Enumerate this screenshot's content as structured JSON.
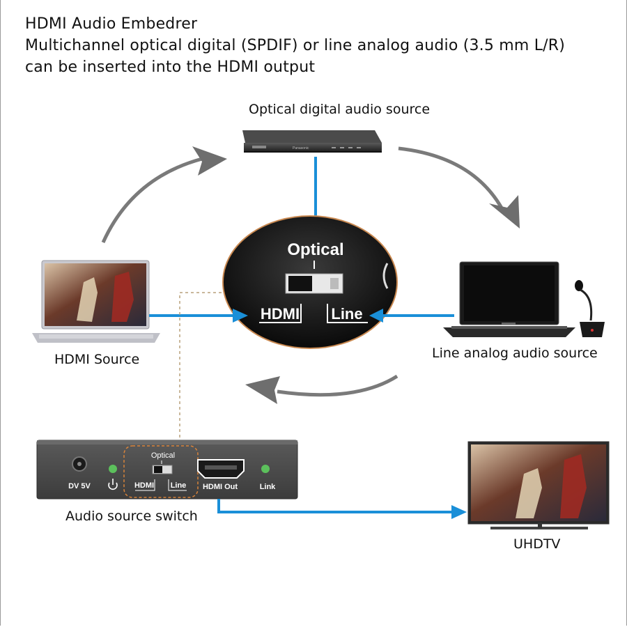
{
  "header": {
    "line1": "HDMI Audio Embedrer",
    "line2": "Multichannel optical digital (SPDIF) or line analog audio (3.5 mm L/R)",
    "line3": "can be inserted into the HDMI output"
  },
  "nodes": {
    "optical_source": "Optical digital audio source",
    "hdmi_source": "HDMI Source",
    "line_source": "Line analog audio source",
    "switch_caption": "Audio source switch",
    "tv": "UHDTV"
  },
  "zoom": {
    "optical": "Optical",
    "hdmi": "HDMI",
    "line": "Line"
  },
  "device": {
    "dc": "DV 5V",
    "optical": "Optical",
    "hdmi": "HDMI",
    "line": "Line",
    "hdmi_out": "HDMI Out",
    "link": "Link"
  },
  "player_brand": "Panasonic",
  "colors": {
    "arrow_blue": "#1a8fd8",
    "cycle_gray": "#707070",
    "device_body": "#4a4a4a",
    "led_green": "#5cc05c"
  }
}
